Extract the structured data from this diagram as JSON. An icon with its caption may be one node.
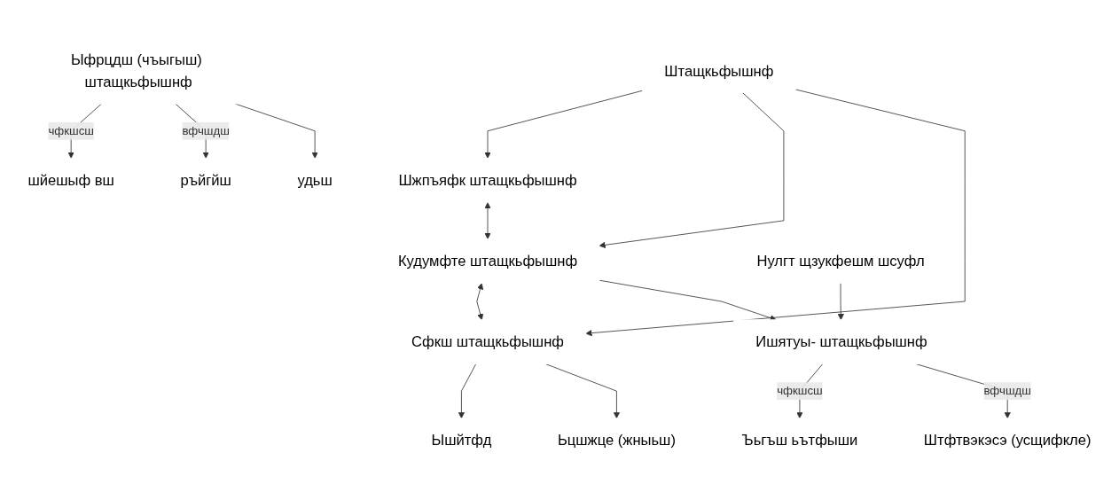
{
  "diagram": {
    "nodes": [
      {
        "text": [
          "Штащкьфышнф"
        ]
      },
      {
        "text": [
          "Шжпъяфк штащкьфышнф"
        ]
      },
      {
        "text": [
          "Кудумфте штащкьфышнф"
        ]
      },
      {
        "text": [
          "Сфкш штащкьфышнф"
        ]
      },
      {
        "text": [
          "Нулгт щзукфешм шсуфл"
        ]
      },
      {
        "text": [
          "Ышйтфд"
        ]
      },
      {
        "text": [
          "Ьцшжце (жныьш)"
        ]
      },
      {
        "text": [
          "Ишятуы- штащкьфышнф"
        ]
      },
      {
        "text": [
          "Ыфрцдш (чъыгыш) штащкьфышнф"
        ]
      },
      {
        "text": [
          "Ъьгъш ьътфыши"
        ]
      },
      {
        "text": [
          "Штфтвэкэсэ (усщифкле)"
        ]
      },
      {
        "text": [
          "шйешыф вш"
        ]
      },
      {
        "text": [
          "ръйгйш"
        ]
      },
      {
        "text": [
          "удьш"
        ]
      }
    ],
    "edges": [
      {
        "from": 0,
        "to": 1,
        "arrow": "to"
      },
      {
        "from": 0,
        "to": 2,
        "arrow": "to"
      },
      {
        "from": 0,
        "to": 3,
        "arrow": "to"
      },
      {
        "from": 1,
        "to": 2,
        "arrow": "both"
      },
      {
        "from": 2,
        "to": 3,
        "arrow": "both"
      },
      {
        "from": 3,
        "to": 5,
        "arrow": "to"
      },
      {
        "from": 3,
        "to": 6,
        "arrow": "to"
      },
      {
        "from": 4,
        "to": 7,
        "arrow": "to"
      },
      {
        "from": 2,
        "to": 7,
        "arrow": "to"
      },
      {
        "from": 7,
        "to": 9,
        "label": "чфкшсш",
        "arrow": "to"
      },
      {
        "from": 7,
        "to": 10,
        "label": "вфчшдш",
        "arrow": "to"
      },
      {
        "from": 8,
        "to": 11,
        "label": "чфкшсш",
        "arrow": "to"
      },
      {
        "from": 8,
        "to": 12,
        "label": "вфчшдш",
        "arrow": "to"
      },
      {
        "from": 8,
        "to": 13,
        "arrow": "to"
      }
    ]
  }
}
